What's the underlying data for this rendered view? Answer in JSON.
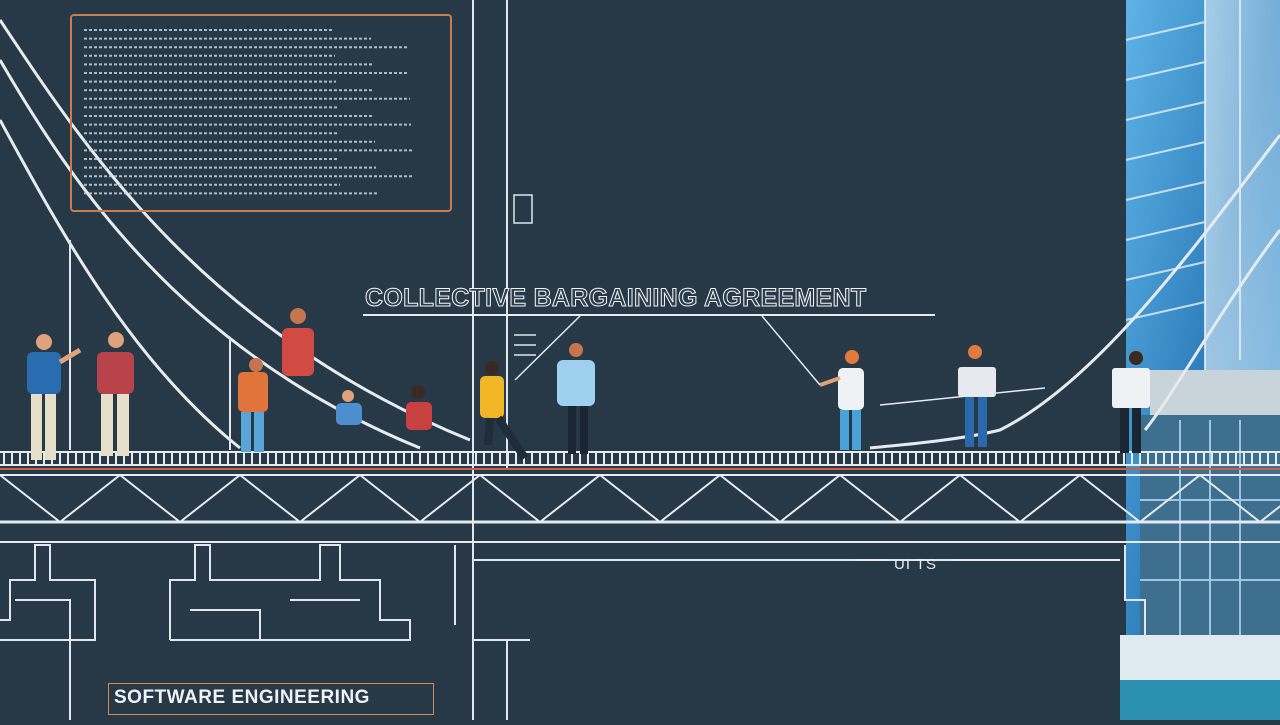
{
  "scene": {
    "headline": "COLLECTIVE BARGAINING AGREEMENT",
    "small_label": "UI TS",
    "bottom_label": "SOFTWARE ENGINEERING",
    "colors": {
      "background": "#273847",
      "line": "#e6ebef",
      "accent_orange": "#c97d4e",
      "building_blue": "#3d9ad6"
    }
  }
}
